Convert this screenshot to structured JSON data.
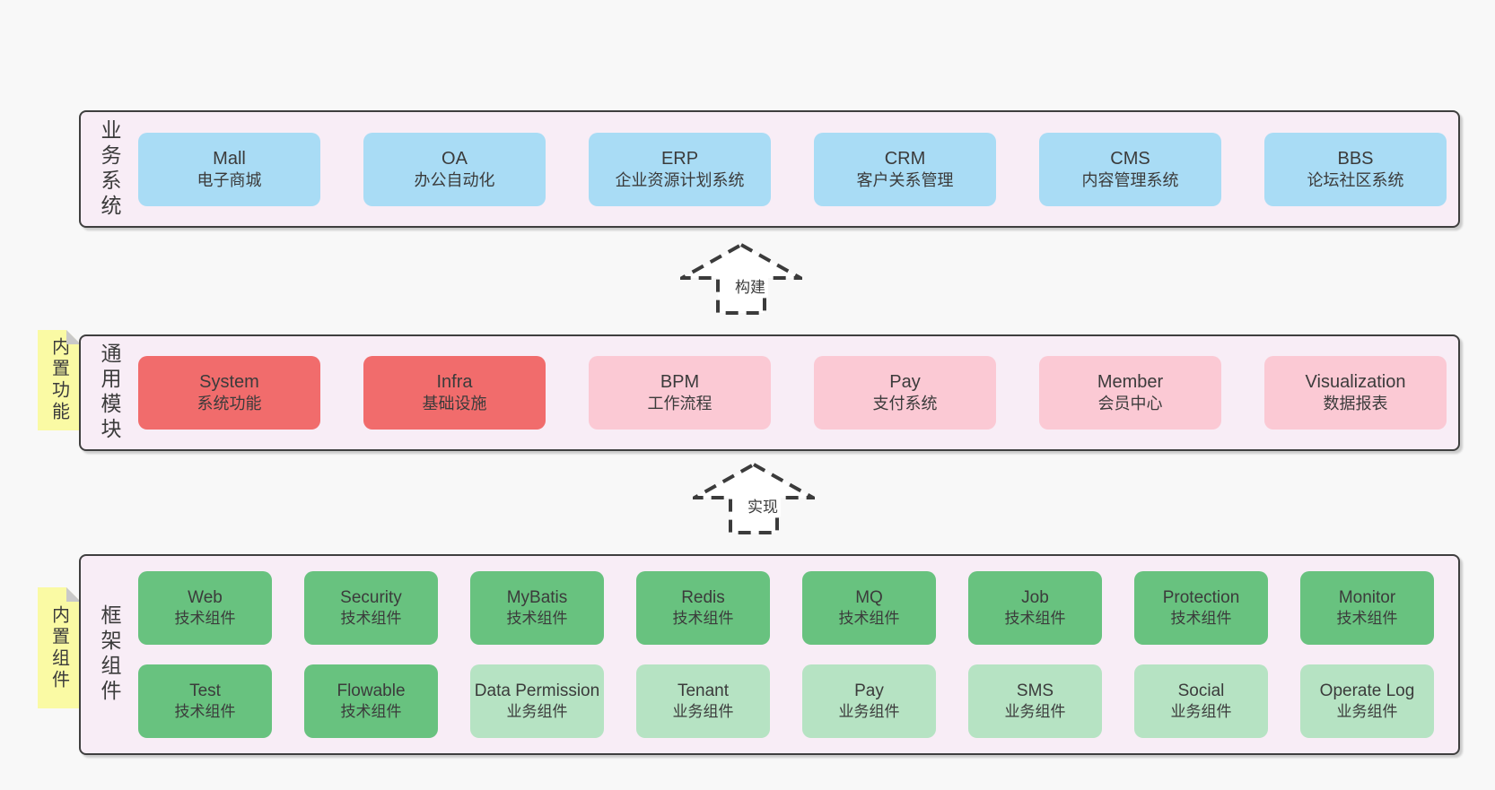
{
  "diagram": {
    "title_note": "",
    "colors": {
      "page_background": "#f8f8f8",
      "container_background": "#f8edf6",
      "container_border": "#3f3f3f",
      "blue_box": "#a9dcf5",
      "red_box": "#f16c6c",
      "pink_box": "#fbc9d4",
      "green_dark_box": "#68c27f",
      "green_light_box": "#b6e3c3",
      "sticky_note": "#fafaa4",
      "sticky_fold": "#c9c9c9",
      "text": "#3b3b3b"
    },
    "layers": [
      {
        "label": "业务系统",
        "boxes": [
          {
            "name": "Mall",
            "subtitle": "电子商城"
          },
          {
            "name": "OA",
            "subtitle": "办公自动化"
          },
          {
            "name": "ERP",
            "subtitle": "企业资源计划系统"
          },
          {
            "name": "CRM",
            "subtitle": "客户关系管理"
          },
          {
            "name": "CMS",
            "subtitle": "内容管理系统"
          },
          {
            "name": "BBS",
            "subtitle": "论坛社区系统"
          }
        ]
      },
      {
        "label": "通用模块",
        "note": "内置功能",
        "boxes": [
          {
            "name": "System",
            "subtitle": "系统功能"
          },
          {
            "name": "Infra",
            "subtitle": "基础设施"
          },
          {
            "name": "BPM",
            "subtitle": "工作流程"
          },
          {
            "name": "Pay",
            "subtitle": "支付系统"
          },
          {
            "name": "Member",
            "subtitle": "会员中心"
          },
          {
            "name": "Visualization",
            "subtitle": "数据报表"
          }
        ]
      },
      {
        "label": "框架组件",
        "note": "内置组件",
        "boxes": [
          {
            "name": "Web",
            "subtitle": "技术组件"
          },
          {
            "name": "Security",
            "subtitle": "技术组件"
          },
          {
            "name": "MyBatis",
            "subtitle": "技术组件"
          },
          {
            "name": "Redis",
            "subtitle": "技术组件"
          },
          {
            "name": "MQ",
            "subtitle": "技术组件"
          },
          {
            "name": "Job",
            "subtitle": "技术组件"
          },
          {
            "name": "Protection",
            "subtitle": "技术组件"
          },
          {
            "name": "Monitor",
            "subtitle": "技术组件"
          },
          {
            "name": "Test",
            "subtitle": "技术组件"
          },
          {
            "name": "Flowable",
            "subtitle": "技术组件"
          },
          {
            "name": "Data Permission",
            "subtitle": "业务组件"
          },
          {
            "name": "Tenant",
            "subtitle": "业务组件"
          },
          {
            "name": "Pay",
            "subtitle": "业务组件"
          },
          {
            "name": "SMS",
            "subtitle": "业务组件"
          },
          {
            "name": "Social",
            "subtitle": "业务组件"
          },
          {
            "name": "Operate Log",
            "subtitle": "业务组件"
          }
        ]
      }
    ],
    "arrows": [
      {
        "label": "构建"
      },
      {
        "label": "实现"
      }
    ]
  }
}
